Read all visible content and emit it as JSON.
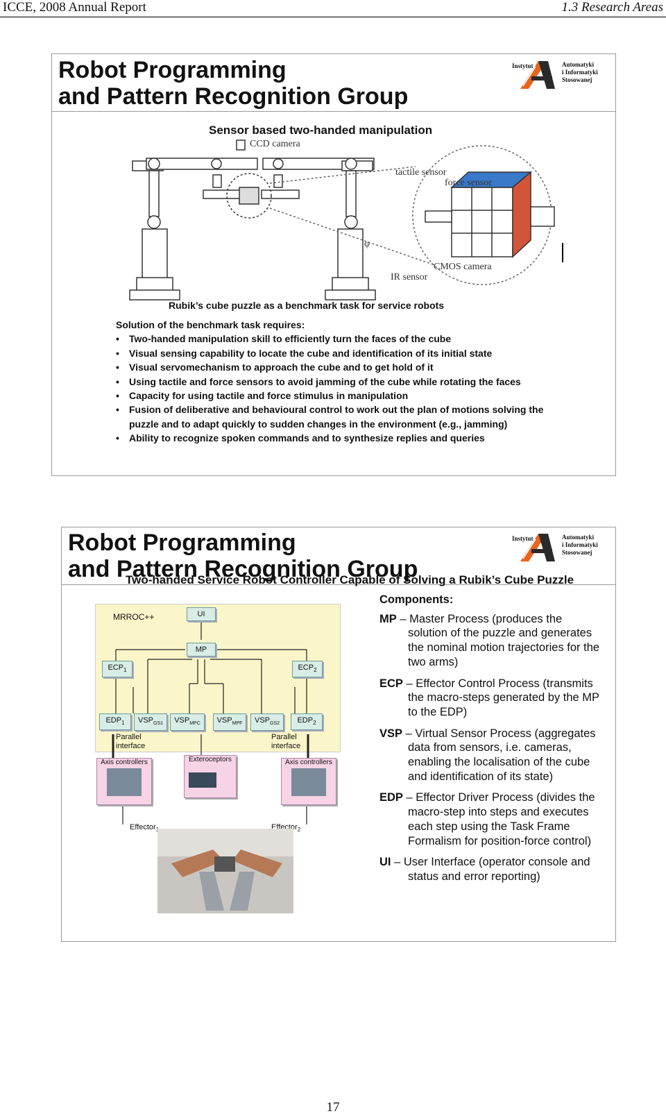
{
  "running_head": {
    "left": "ICCE, 2008 Annual Report",
    "right": "1.3 Research Areas"
  },
  "logo": {
    "institute": "Instytut",
    "name_lines": [
      "Automatyki",
      "i Informatyki",
      "Stosowanej"
    ],
    "letter": "A"
  },
  "slide1": {
    "title_line1": "Robot Programming",
    "title_line2": "and Pattern Recognition Group",
    "subtitle": "Sensor based two-handed manipulation",
    "diagram_labels": {
      "ccd": "CCD camera",
      "tactile": "tactile sensor",
      "force": "force sensor",
      "phi": "φ",
      "cmos": "CMOS camera",
      "ir": "IR sensor"
    },
    "caption": "Rubik’s cube puzzle as a benchmark task for service robots",
    "requirements_heading": "Solution of the benchmark task requires:",
    "requirements": [
      "Two-handed manipulation skill to efficiently turn the faces of the cube",
      "Visual sensing capability to locate the cube and identification of its initial state",
      "Visual servomechanism to approach the cube and to get hold of it",
      "Using tactile and force sensors to avoid jamming of the cube while rotating the faces",
      "Capacity for using tactile and force stimulus in manipulation",
      "Fusion of deliberative and behavioural control to work out the plan of motions solving the puzzle and to adapt quickly to sudden changes in the environment (e.g., jamming)",
      "Ability to recognize spoken commands and to synthesize replies and queries"
    ]
  },
  "slide2": {
    "title_line1": "Robot Programming",
    "title_line2": "and Pattern Recognition Group",
    "subtitle": "Two-handed Service Robot Controller Capable of Solving a Rubik’s Cube Puzzle",
    "components_heading": "Components:",
    "components": [
      {
        "abbr": "MP",
        "text": " – Master Process (produces the solution of the puzzle and generates the nominal motion trajectories for the two arms)"
      },
      {
        "abbr": "ECP",
        "text": " – Effector Control Process (transmits the macro-steps generated by the MP to the EDP)"
      },
      {
        "abbr": "VSP",
        "text": " – Virtual Sensor Process (aggregates data from sensors, i.e. cameras, enabling the localisation of the cube and identification of its state)"
      },
      {
        "abbr": "EDP",
        "text": " – Effector Driver Process (divides the macro-step into steps and executes each step using the Task Frame Formalism for position-force control)"
      },
      {
        "abbr": "UI",
        "text": " – User Interface (operator console and status and error reporting)"
      }
    ],
    "diagram": {
      "framework": "MRROC++",
      "ui": "UI",
      "mp": "MP",
      "ecp1": "ECP",
      "ecp1_sub": "1",
      "ecp2": "ECP",
      "ecp2_sub": "2",
      "edp1": "EDP",
      "edp1_sub": "1",
      "edp2": "EDP",
      "edp2_sub": "2",
      "vsp_gs1": "VSP",
      "vsp_gs1_sub": "GS1",
      "vsp_mpc": "VSP",
      "vsp_mpc_sub": "MPC",
      "vsp_mpf": "VSP",
      "vsp_mpf_sub": "MPF",
      "vsp_gs2": "VSP",
      "vsp_gs2_sub": "GS2",
      "parallel1": "Parallel interface",
      "parallel2": "Parallel interface",
      "axis1": "Axis controllers",
      "axis2": "Axis controllers",
      "extero": "Exteroceptors",
      "effector1": "Effector",
      "effector1_sub": "1",
      "effector2": "Effector",
      "effector2_sub": "2"
    }
  },
  "page_number": "17",
  "colors": {
    "logo_orange": "#e8641e",
    "logo_dark": "#2a2a2a",
    "diagram_bg": "#fbf6c9",
    "node_fill": "#d8ede6",
    "hw_fill": "#f7d3e6",
    "cube_blue": "#3a78c9",
    "cube_red": "#d2553a"
  }
}
